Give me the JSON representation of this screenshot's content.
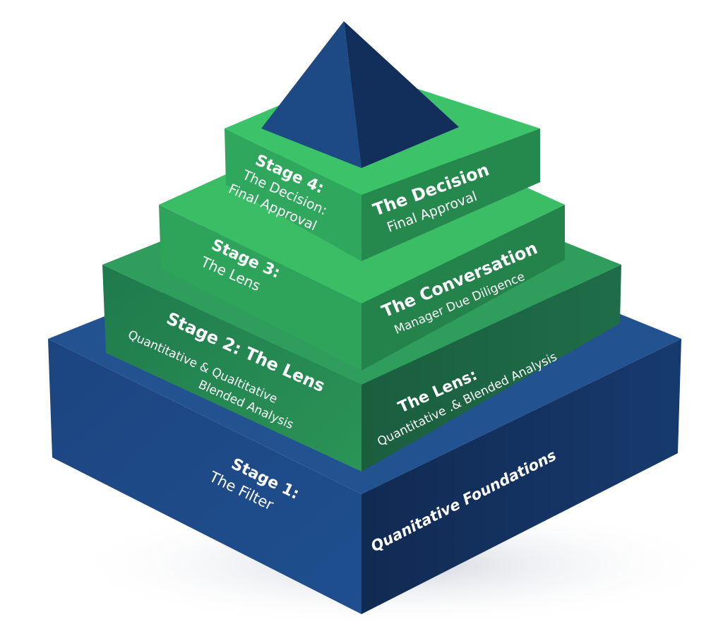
{
  "colors": {
    "navy_light": "#1e4a86",
    "navy_dark": "#12305e",
    "green_dark": "#1e6e48",
    "green_mid": "#2a9a55",
    "green_light": "#34b560",
    "text": "#ffffff"
  },
  "tiers": [
    {
      "left_title": "Stage 1:",
      "left_lines": [
        "The Filter"
      ],
      "right_title": "Quanitative Foundations",
      "right_sub": ""
    },
    {
      "left_title": "Stage 2: The Lens",
      "left_lines": [
        "Quantitative & Qualtitative",
        "Blended Analysis"
      ],
      "right_title": "The Lens:",
      "right_sub": "Quantitative .& Blended Analysis"
    },
    {
      "left_title": "Stage 3:",
      "left_lines": [
        "The Lens"
      ],
      "right_title": "The Conversation",
      "right_sub": "Manager Due Diligence"
    },
    {
      "left_title": "Stage 4:",
      "left_lines": [
        "The Decision:",
        "Final Approval"
      ],
      "right_title": "The Decision",
      "right_sub": "Final Approval"
    }
  ]
}
